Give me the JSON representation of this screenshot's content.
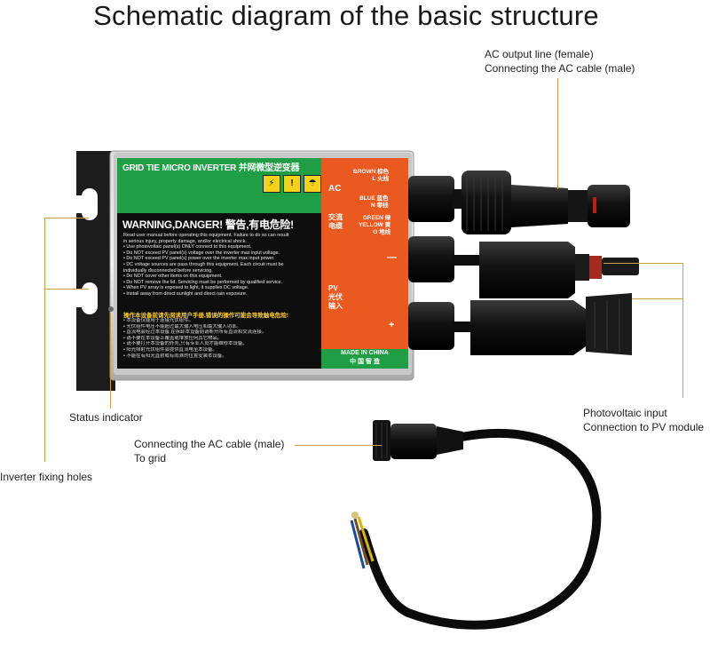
{
  "title": "Schematic diagram of the basic structure",
  "callouts": {
    "ac_output": {
      "line1": "AC output line (female)",
      "line2": "Connecting the AC cable (male)"
    },
    "status": {
      "line1": "Status indicator"
    },
    "photovoltaic": {
      "line1": "Photovoltaic input",
      "line2": "Connection to PV module"
    },
    "ac_cable": {
      "line1": "Connecting the AC cable (male)",
      "line2": "To grid"
    },
    "fixing_holes": {
      "line1": "Inverter fixing holes"
    }
  },
  "device_label": {
    "header": "GRID TIE MICRO INVERTER 并网微型逆变器",
    "warning_symbols": [
      "⚡",
      "!",
      "☂"
    ],
    "danger": "WARNING,DANGER! 警告,有电危险!",
    "rules_en": [
      "Read user manual before operating this equipment. Failure to do so can result",
      "in serious injury, property damage, and/or electrical shock.",
      "• Use photovoltaic panel(s) ONLY connect to this equipment.",
      "• Do NOT exceed PV panel(s) voltage over the inverter max input voltage.",
      "• Do NOT exceed PV panel(s) power over the inverter max input power.",
      "• DC voltage sources are pass through this equipment. Each circuit must be",
      "individually disconnected before servicing.",
      "• Do NOT cover other items on this equipment.",
      "• Do NOT remove the lid. Servicing must be performed by qualified service.",
      "• When PV array is exposed to light, it supplies DC voltage.",
      "• Install away from direct sunlight and direct rain exposure."
    ],
    "rules_cn_head": "操作本设备前请先阅读用户手册,错误的操作可能会导致触电危险!",
    "rules_cn": [
      "• 本设备仅能用于连接光伏组件。",
      "• 光伏组件电压不能超过最大输入电压和最大输入功率。",
      "• 直流电会经过本设备,在拆卸本设备前请断开所有直流和交流连接。",
      "• 请不要在本设备上覆盖或堆放任何其它物品。",
      "• 请不要打开本设备的外壳,只有专业人员才能维修本设备。",
      "• 阳光照射光伏组件会提供直流电至本设备。",
      "• 不能在有阳光直射或有雨淋的位置安装本设备。"
    ],
    "ac_label": "AC",
    "ac_cn": [
      "交流",
      "电缆"
    ],
    "wires": [
      {
        "name": "BROWN 棕色",
        "sub": "L 火线"
      },
      {
        "name": "BLUE 蓝色",
        "sub": "N 零线"
      },
      {
        "name": "GREEN 绿",
        "sub": "YELLOW 黄"
      },
      {
        "name": "",
        "sub": "G 地线"
      }
    ],
    "pv_label": [
      "PV",
      "光伏",
      "输入"
    ],
    "minus": "—",
    "plus": "+",
    "made_in": "MADE IN CHINA",
    "made_in_cn": "中 国 智 造"
  },
  "colors": {
    "label_green": "#1f9e46",
    "label_orange": "#ea5a20",
    "warning_yellow": "#f3d21a",
    "leader_gold": "#c9a04a",
    "housing_dark": "#1c1c1c",
    "cable_black": "#0b0b0b"
  }
}
